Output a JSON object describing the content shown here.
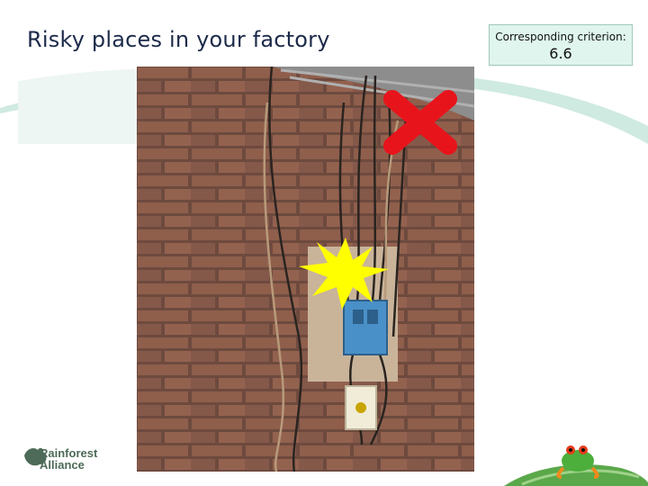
{
  "slide": {
    "title": "Risky places in your factory",
    "criterion_label": "Corresponding criterion:",
    "criterion_value": "6.6"
  },
  "logo": {
    "line1": "Rainforest",
    "line2": "Alliance"
  },
  "photo": {
    "markers": [
      "red-x-icon",
      "yellow-burst-icon"
    ]
  },
  "colors": {
    "title": "#1c2a4a",
    "criterion_box_bg": "#dff5ee",
    "swoosh": "#bfe3d6",
    "brick": "#8a5a48",
    "red_mark": "#e8141c",
    "yellow_burst": "#ffff00",
    "logo_green": "#4d6b58"
  }
}
